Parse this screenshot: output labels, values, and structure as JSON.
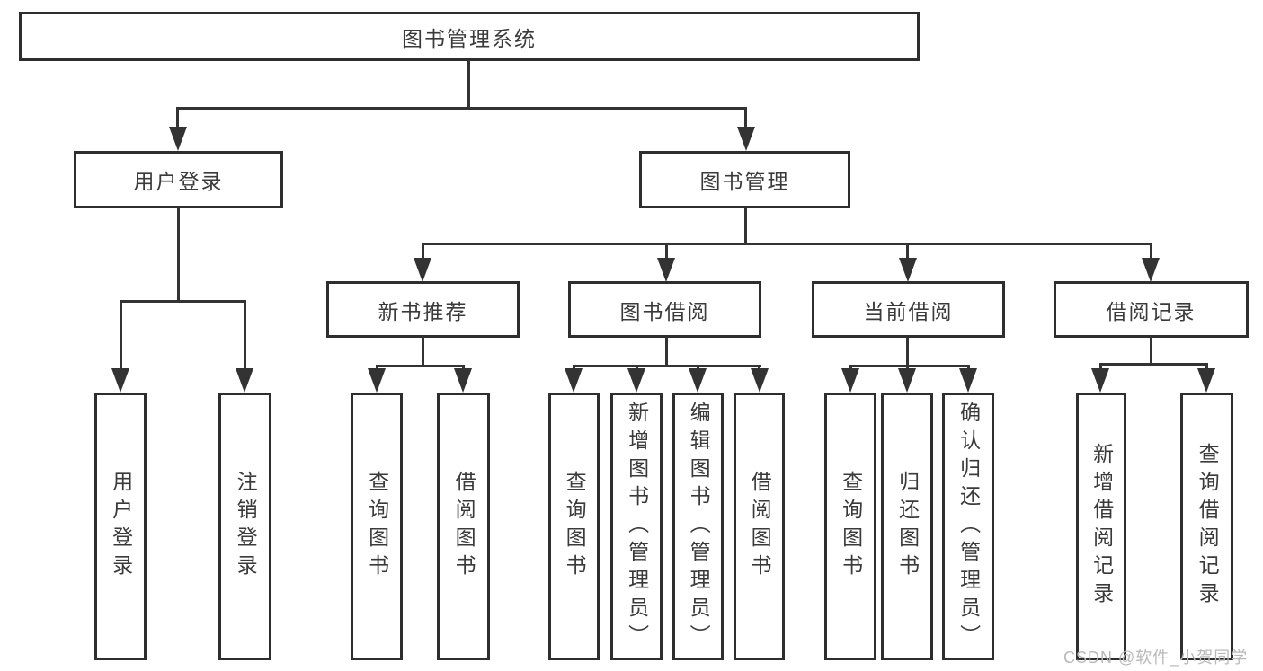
{
  "diagram": {
    "root": {
      "label": "图书管理系统"
    },
    "level2": {
      "user_login": {
        "label": "用户登录"
      },
      "book_mgmt": {
        "label": "图书管理"
      }
    },
    "level3": {
      "new_books": {
        "label": "新书推荐"
      },
      "book_borrow": {
        "label": "图书借阅"
      },
      "current_borrow": {
        "label": "当前借阅"
      },
      "borrow_records": {
        "label": "借阅记录"
      }
    },
    "leaves": {
      "user_login_leaf": {
        "label": "用户登录"
      },
      "logout": {
        "label": "注销登录"
      },
      "nb_query": {
        "label": "查询图书"
      },
      "nb_borrow": {
        "label": "借阅图书"
      },
      "bb_query": {
        "label": "查询图书"
      },
      "bb_add": {
        "label": "新增图书（管理员）"
      },
      "bb_edit": {
        "label": "编辑图书（管理员）"
      },
      "bb_borrow": {
        "label": "借阅图书"
      },
      "cb_query": {
        "label": "查询图书"
      },
      "cb_return": {
        "label": "归还图书"
      },
      "cb_confirm": {
        "label": "确认归还（管理员）"
      },
      "br_add": {
        "label": "新增借阅记录"
      },
      "br_query": {
        "label": "查询借阅记录"
      }
    }
  },
  "watermark": {
    "text": "CSDN @软件_小贺同学"
  },
  "colors": {
    "border": "#2e2e2e",
    "line": "#333333",
    "text": "#3a3a3a",
    "watermark": "#b9b9b9",
    "background": "#ffffff"
  }
}
